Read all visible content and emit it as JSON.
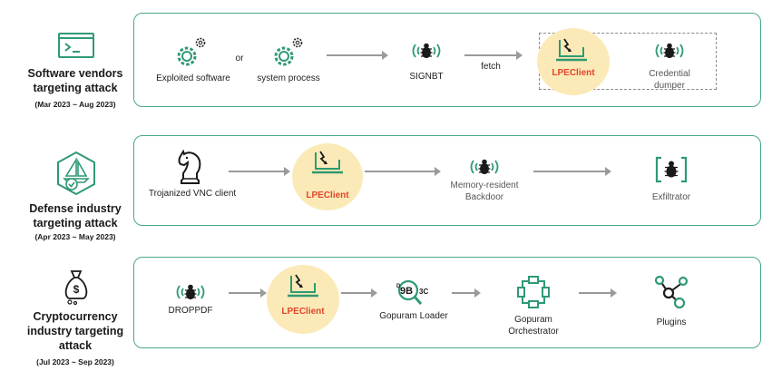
{
  "rows": [
    {
      "title": "Software vendors targeting attack",
      "date": "(Mar 2023 ~ Aug 2023)",
      "icon": "terminal-icon",
      "nodes": {
        "exploited": "Exploited software",
        "or": "or",
        "process": "system process",
        "signbt": "SIGNBT",
        "fetch": "fetch",
        "lpe": "LPEClient",
        "cred": "Credential dumper"
      }
    },
    {
      "title": "Defense industry targeting attack",
      "date": "(Apr 2023 ~ May 2023)",
      "icon": "sailboat-shield-icon",
      "nodes": {
        "vnc": "Trojanized VNC client",
        "lpe": "LPEClient",
        "backdoor": "Memory-resident Backdoor",
        "exfil": "Exfiltrator"
      }
    },
    {
      "title": "Cryptocurrency industry targeting attack",
      "date": "(Jul 2023 ~ Sep 2023)",
      "icon": "money-bag-icon",
      "nodes": {
        "droppdf": "DROPPDF",
        "lpe": "LPEClient",
        "loader": "Gopuram Loader",
        "orch": "Gopuram Orchestrator",
        "plugins": "Plugins"
      }
    }
  ],
  "colors": {
    "accent": "#2f9a73",
    "highlight": "#fbeab8",
    "lpe_text": "#e0452b",
    "arrow": "#9a9a9a"
  }
}
